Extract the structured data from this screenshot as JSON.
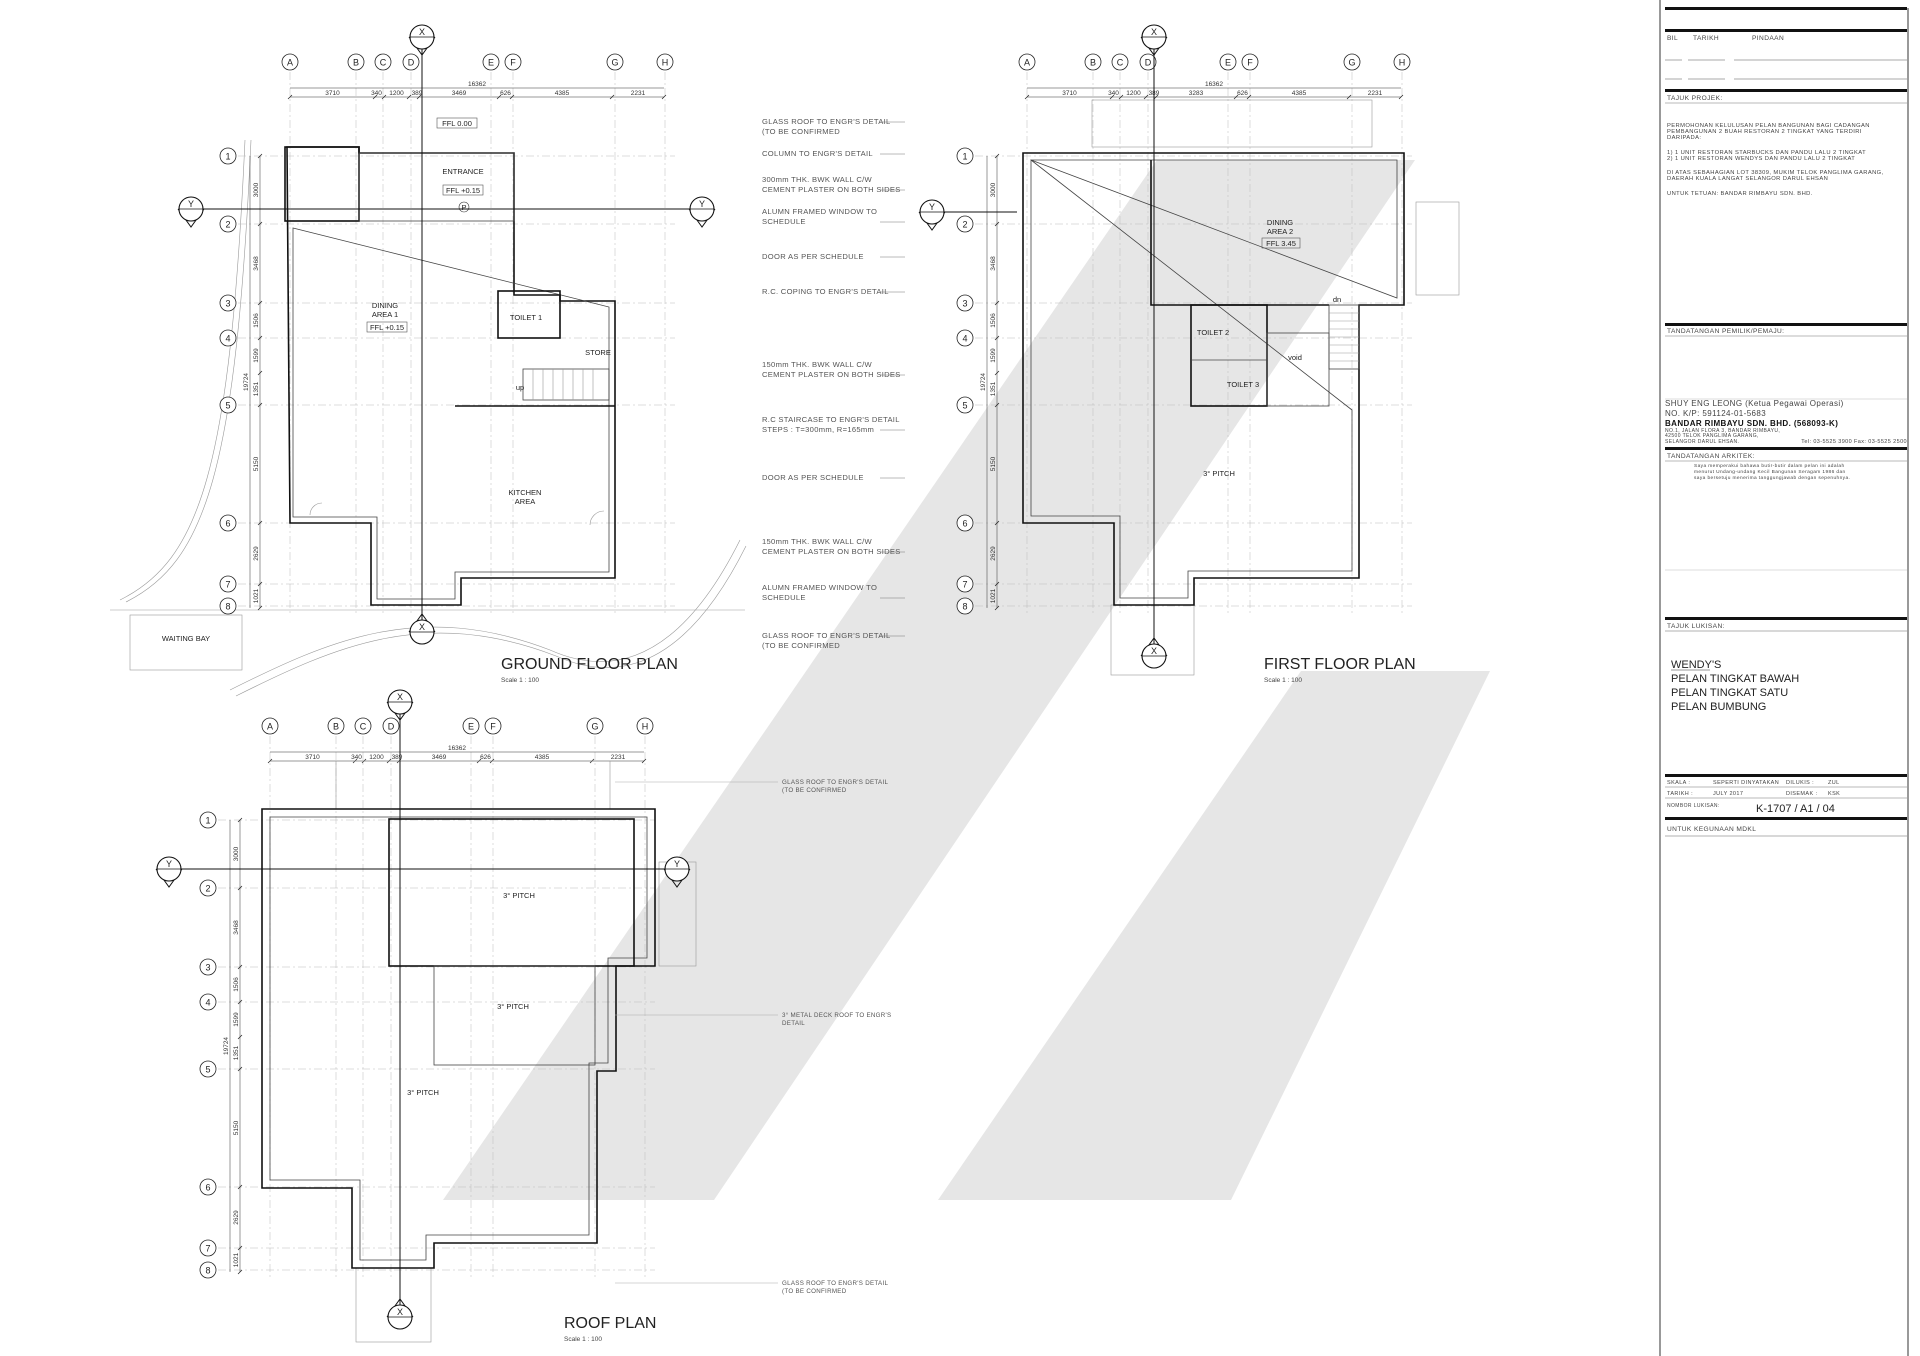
{
  "annotations": {
    "ground": [
      [
        "GLASS ROOF TO ENGR'S DETAIL",
        "(TO BE CONFIRMED"
      ],
      [
        "COLUMN TO ENGR'S DETAIL"
      ],
      [
        "300mm THK. BWK WALL C/W",
        "CEMENT PLASTER ON BOTH SIDES"
      ],
      [
        "ALUMN FRAMED WINDOW TO",
        "SCHEDULE"
      ],
      [
        "DOOR AS PER SCHEDULE"
      ],
      [
        "R.C. COPING TO ENGR'S DETAIL"
      ],
      [
        "150mm THK. BWK WALL C/W",
        "CEMENT PLASTER ON BOTH SIDES"
      ],
      [
        "R.C STAIRCASE TO ENGR'S DETAIL",
        "STEPS : T=300mm, R=165mm"
      ],
      [
        "DOOR AS PER SCHEDULE"
      ],
      [
        "150mm THK. BWK WALL C/W",
        "CEMENT PLASTER ON BOTH SIDES"
      ],
      [
        "ALUMN FRAMED WINDOW TO",
        "SCHEDULE"
      ],
      [
        "GLASS ROOF TO ENGR'S DETAIL",
        "(TO BE CONFIRMED"
      ]
    ],
    "roof": [
      [
        "GLASS ROOF TO ENGR'S DETAIL",
        "(TO BE CONFIRMED"
      ],
      [
        "3° METAL DECK ROOF TO ENGR'S",
        "DETAIL"
      ],
      [
        "GLASS ROOF TO ENGR'S DETAIL",
        "(TO BE CONFIRMED"
      ]
    ]
  },
  "grid": {
    "cols": [
      "A",
      "B",
      "C",
      "D",
      "E",
      "F",
      "G",
      "H"
    ],
    "rows": [
      "1",
      "2",
      "3",
      "4",
      "5",
      "6",
      "7",
      "8"
    ],
    "total_h": "16362",
    "total_v": "19724",
    "vdims": [
      "3000",
      "3468",
      "1506",
      "1599",
      "1351",
      "5150",
      "2629",
      "1021"
    ],
    "section_x": "X",
    "section_y": "Y"
  },
  "ground_floor": {
    "title": "GROUND FLOOR PLAN",
    "scale": "Scale 1 : 100",
    "hdims": [
      "3710",
      "340",
      "1200",
      "389",
      "3469",
      "626",
      "4385",
      "2231"
    ],
    "dining_1": "DINING",
    "dining_2": "AREA 1",
    "dining_ffl": "FFL +0.15",
    "outside_ffl": "FFL 0.00",
    "entrance": "ENTRANCE",
    "entrance_ffl": "FFL +0.15",
    "column_tag": "P",
    "toilet": "TOILET 1",
    "store": "STORE",
    "up": "up",
    "kitchen_1": "KITCHEN",
    "kitchen_2": "AREA",
    "waiting_bay": "WAITING BAY"
  },
  "first_floor": {
    "title": "FIRST FLOOR PLAN",
    "scale": "Scale 1 : 100",
    "hdims": [
      "3710",
      "340",
      "1200",
      "389",
      "3283",
      "626",
      "4385",
      "2231"
    ],
    "dining_1": "DINING",
    "dining_2": "AREA 2",
    "dining_ffl": "FFL 3.45",
    "toilet_2": "TOILET 2",
    "toilet_3": "TOILET 3",
    "void": "void",
    "dn": "dn",
    "pitch": "3° PITCH"
  },
  "roof_plan": {
    "title": "ROOF PLAN",
    "scale": "Scale 1 : 100",
    "hdims": [
      "3710",
      "340",
      "1200",
      "389",
      "3469",
      "626",
      "4385",
      "2231"
    ],
    "pitch": "3° PITCH"
  },
  "title_block": {
    "rev_headers": [
      "BIL",
      "TARIKH",
      "PINDAAN"
    ],
    "project_heading": "TAJUK PROJEK:",
    "project_lines": [
      "PERMOHONAN KELULUSAN PELAN BANGUNAN BAGI CADANGAN",
      "PEMBANGUNAN 2 BUAH RESTORAN 2 TINGKAT YANG TERDIRI",
      "DARIPADA:",
      "1)    1 UNIT RESTORAN STARBUCKS DAN PANDU LALU 2 TINGKAT",
      "2)    1 UNIT RESTORAN WENDYS DAN PANDU LALU 2 TINGKAT",
      "DI ATAS SEBAHAGIAN LOT 38309, MUKIM TELOK PANGLIMA GARANG,",
      "DAERAH KUALA LANGAT SELANGOR DARUL EHSAN",
      "UNTUK TETUAN: BANDAR RIMBAYU SDN. BHD."
    ],
    "owner_heading": "TANDATANGAN PEMILIK/PEMAJU:",
    "owner_name": "SHUY ENG LEONG (Ketua Pegawai Operasi)",
    "owner_ic": "NO. K/P: 591124-01-5683",
    "company": "BANDAR RIMBAYU SDN. BHD. (568093-K)",
    "address": [
      "NO.1, JALAN FLORA 3, BANDAR RIMBAYU,",
      "42500 TELOK PANGLIMA GARANG,",
      "SELANGOR DARUL EHSAN."
    ],
    "contact": "Tel: 03-5525 3900 Fax: 03-5525 2500",
    "architect_heading": "TANDATANGAN ARKITEK:",
    "architect_statement": [
      "Saya memperakui bahawa butir-butir dalam pelan ini adalah",
      "menurut Undang-undang Kecil Bangunan Seragam 1986 dan",
      "saya bersetuju menerima tanggungjawab dengan sepenuhnya."
    ],
    "drawing_heading": "TAJUK LUKISAN:",
    "drawing_titles": [
      "WENDY'S",
      "PELAN TINGKAT BAWAH",
      "PELAN TINGKAT SATU",
      "PELAN BUMBUNG"
    ],
    "scale_label": "SKALA :",
    "scale_value": "SEPERTI DINYATAKAN",
    "drawn_label": "DILUKIS :",
    "drawn_value": "ZUL",
    "date_label": "TARIKH :",
    "date_value": "JULY 2017",
    "checked_label": "DISEMAK :",
    "checked_value": "KSK",
    "number_label": "NOMBOR LUKISAN:",
    "number_value": "K-1707 / A1 / 04",
    "usage": "UNTUK KEGUNAAN MDKL"
  },
  "colors": {
    "ink": "#111111",
    "watermark": "#e6e6e6",
    "annotation": "#555555"
  }
}
